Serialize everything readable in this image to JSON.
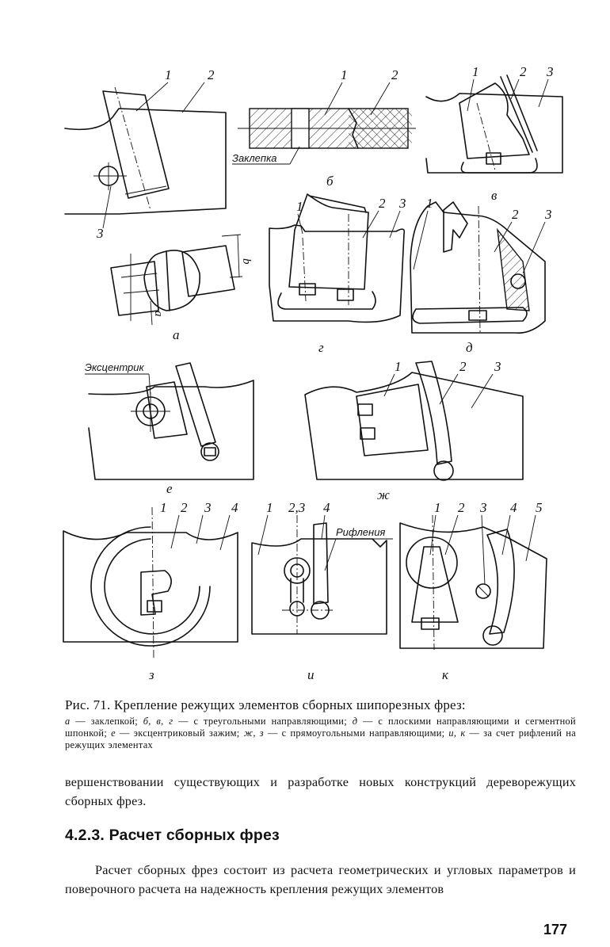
{
  "figure": {
    "panels": {
      "a": {
        "letter": "а",
        "callouts": [
          "1",
          "2",
          "3"
        ],
        "dims": [
          "b",
          "a"
        ]
      },
      "b": {
        "letter": "б",
        "callouts": [
          "1",
          "2"
        ],
        "note": "Заклепка"
      },
      "v": {
        "letter": "в",
        "callouts": [
          "1",
          "2",
          "3"
        ]
      },
      "g": {
        "letter": "г",
        "callouts": [
          "1",
          "2",
          "3"
        ]
      },
      "d": {
        "letter": "д",
        "callouts": [
          "1",
          "2",
          "3"
        ]
      },
      "e": {
        "letter": "е",
        "note": "Эксцентрик"
      },
      "zh": {
        "letter": "ж",
        "callouts": [
          "1",
          "2",
          "3"
        ]
      },
      "z": {
        "letter": "з",
        "callouts": [
          "1",
          "2",
          "3",
          "4"
        ]
      },
      "i": {
        "letter": "и",
        "callouts": [
          "1",
          "2,3",
          "4"
        ],
        "note": "Рифления"
      },
      "k": {
        "letter": "к",
        "callouts": [
          "1",
          "2",
          "3",
          "4",
          "5"
        ]
      }
    }
  },
  "caption": {
    "title": "Рис. 71. Крепление режущих элементов сборных шипорезных фрез:",
    "legend": [
      {
        "key": "а",
        "text": " — заклепкой; "
      },
      {
        "key": "б, в, г",
        "text": " — с треугольными направляющими; "
      },
      {
        "key": "д",
        "text": " — с плоскими направляющими и сегментной шпонкой; "
      },
      {
        "key": "е",
        "text": " — эксцентриковый зажим; "
      },
      {
        "key": "ж, з",
        "text": " — с прямоугольными направляющими; "
      },
      {
        "key": "и, к",
        "text": " — за счет рифлений на режущих элементах"
      }
    ]
  },
  "body": {
    "paragraph1": "вершенствовании существующих и разработке новых конструкций дереворежущих сборных фрез.",
    "section_heading": "4.2.3. Расчет сборных фрез",
    "paragraph2": "Расчет сборных фрез состоит из расчета геометрических и угловых параметров и поверочного расчета на надежность крепления режущих элементов",
    "page_number": "177"
  }
}
